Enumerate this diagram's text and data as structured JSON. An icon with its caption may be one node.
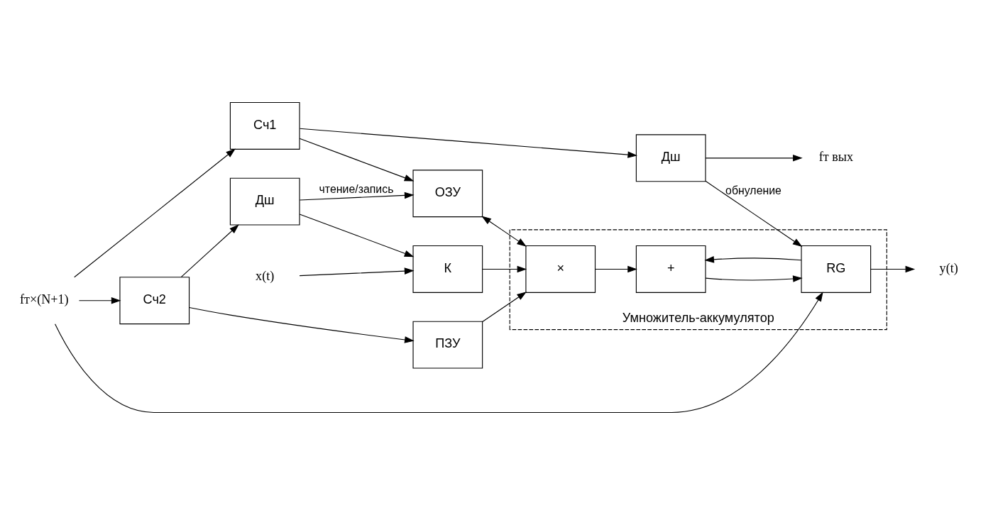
{
  "diagram": {
    "nodes": [
      {
        "text": [
          "fт×(N+1)"
        ]
      },
      {
        "text": [
          "Сч1"
        ]
      },
      {
        "text": [
          "Дш"
        ]
      },
      {
        "text": [
          "ОЗУ"
        ]
      },
      {
        "text": [
          "К"
        ]
      },
      {
        "text": [
          "Дш"
        ]
      },
      {
        "text": [
          "Сч2"
        ]
      },
      {
        "text": [
          "ПЗУ"
        ]
      },
      {
        "text": [
          "Умножитель-аккумулятор"
        ]
      },
      {
        "text": [
          "×"
        ],
        "in": 8
      },
      {
        "text": [
          "+"
        ],
        "in": 8
      },
      {
        "text": [
          "RG"
        ],
        "in": 8
      },
      {
        "text": [
          "x(t)"
        ]
      },
      {
        "text": [
          "y(t)"
        ]
      },
      {
        "text": [
          "fт вых"
        ]
      }
    ],
    "edges": [
      {
        "from": 0,
        "to": 1,
        "arrow": "to"
      },
      {
        "from": 0,
        "to": 6,
        "arrow": "to"
      },
      {
        "from": 0,
        "to": 11,
        "arrow": "to"
      },
      {
        "from": 1,
        "to": 2,
        "arrow": "to"
      },
      {
        "from": 1,
        "to": 3,
        "arrow": "to"
      },
      {
        "from": 2,
        "to": 14,
        "arrow": "to"
      },
      {
        "from": 2,
        "to": 11,
        "arrow": "to",
        "label": "обнуление"
      },
      {
        "from": 5,
        "to": 3,
        "arrow": "to",
        "label": "чтение/запись"
      },
      {
        "from": 5,
        "to": 4,
        "arrow": "to"
      },
      {
        "from": 12,
        "to": 4,
        "arrow": "to"
      },
      {
        "from": 6,
        "to": 5,
        "arrow": "to"
      },
      {
        "from": 6,
        "to": 7,
        "arrow": "to"
      },
      {
        "from": 3,
        "to": 9,
        "arrow": "both"
      },
      {
        "from": 4,
        "to": 9,
        "arrow": "to"
      },
      {
        "from": 7,
        "to": 9,
        "arrow": "to"
      },
      {
        "from": 9,
        "to": 10,
        "arrow": "to"
      },
      {
        "from": 10,
        "to": 11,
        "arrow": "to"
      },
      {
        "from": 11,
        "to": 13,
        "arrow": "to"
      },
      {
        "from": 11,
        "to": 10,
        "arrow": "to"
      }
    ]
  }
}
